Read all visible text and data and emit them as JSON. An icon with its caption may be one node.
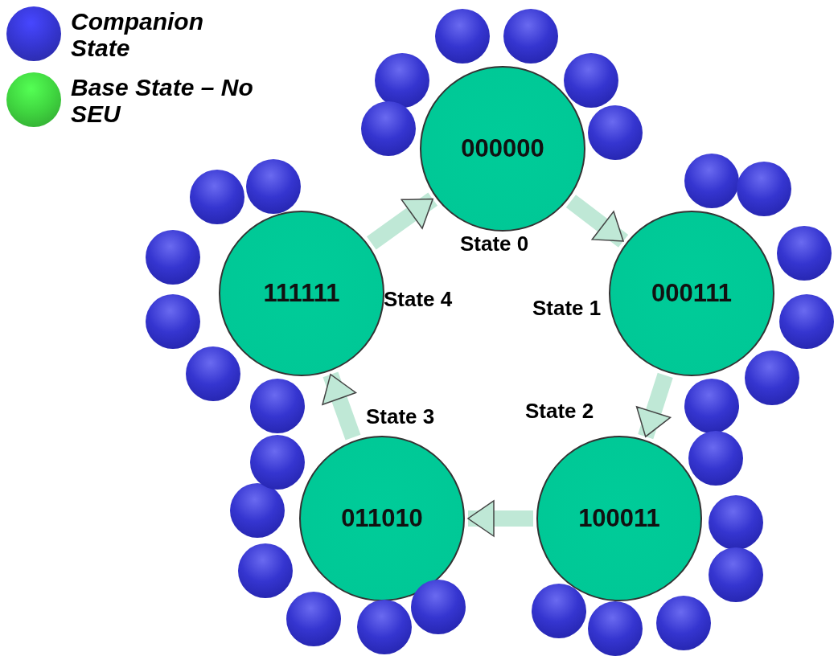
{
  "diagram": {
    "nodes": [
      {
        "text": [
          "000000"
        ],
        "beside": [
          "State 0"
        ]
      },
      {
        "text": [
          "000111"
        ],
        "beside": [
          "State 1"
        ]
      },
      {
        "text": [
          "100011"
        ],
        "beside": [
          "State 2"
        ]
      },
      {
        "text": [
          "011010"
        ],
        "beside": [
          "State 3"
        ]
      },
      {
        "text": [
          "111111"
        ],
        "beside": [
          "State 4"
        ]
      },
      {
        "text": [],
        "shape": "circle"
      },
      {
        "text": [],
        "shape": "circle"
      },
      {
        "text": [],
        "shape": "circle"
      },
      {
        "text": [],
        "shape": "circle"
      },
      {
        "text": [],
        "shape": "circle"
      },
      {
        "text": [],
        "shape": "circle"
      },
      {
        "text": [],
        "shape": "circle"
      },
      {
        "text": [],
        "shape": "circle"
      },
      {
        "text": [],
        "shape": "circle"
      },
      {
        "text": [],
        "shape": "circle"
      },
      {
        "text": [],
        "shape": "circle"
      },
      {
        "text": [],
        "shape": "circle"
      },
      {
        "text": [],
        "shape": "circle"
      },
      {
        "text": [],
        "shape": "circle"
      },
      {
        "text": [],
        "shape": "circle"
      },
      {
        "text": [],
        "shape": "circle"
      },
      {
        "text": [],
        "shape": "circle"
      },
      {
        "text": [],
        "shape": "circle"
      },
      {
        "text": [],
        "shape": "circle"
      },
      {
        "text": [],
        "shape": "circle"
      },
      {
        "text": [],
        "shape": "circle"
      },
      {
        "text": [],
        "shape": "circle"
      },
      {
        "text": [],
        "shape": "circle"
      },
      {
        "text": [],
        "shape": "circle"
      },
      {
        "text": [],
        "shape": "circle"
      },
      {
        "text": [],
        "shape": "circle"
      },
      {
        "text": [],
        "shape": "circle"
      },
      {
        "text": [],
        "shape": "circle"
      },
      {
        "text": [],
        "shape": "circle"
      },
      {
        "text": [],
        "shape": "circle"
      }
    ],
    "edges": [
      {
        "from": 4,
        "to": 0,
        "arrow": "to"
      },
      {
        "from": 0,
        "to": 1,
        "arrow": "to"
      },
      {
        "from": 1,
        "to": 2,
        "arrow": "to"
      },
      {
        "from": 2,
        "to": 3,
        "arrow": "to"
      },
      {
        "from": 3,
        "to": 4,
        "arrow": "to"
      }
    ],
    "legend": [
      {
        "text": "Companion State",
        "color": "#3535d0"
      },
      {
        "text": "Base State – No SEU",
        "color": "#3fd43f"
      }
    ]
  }
}
